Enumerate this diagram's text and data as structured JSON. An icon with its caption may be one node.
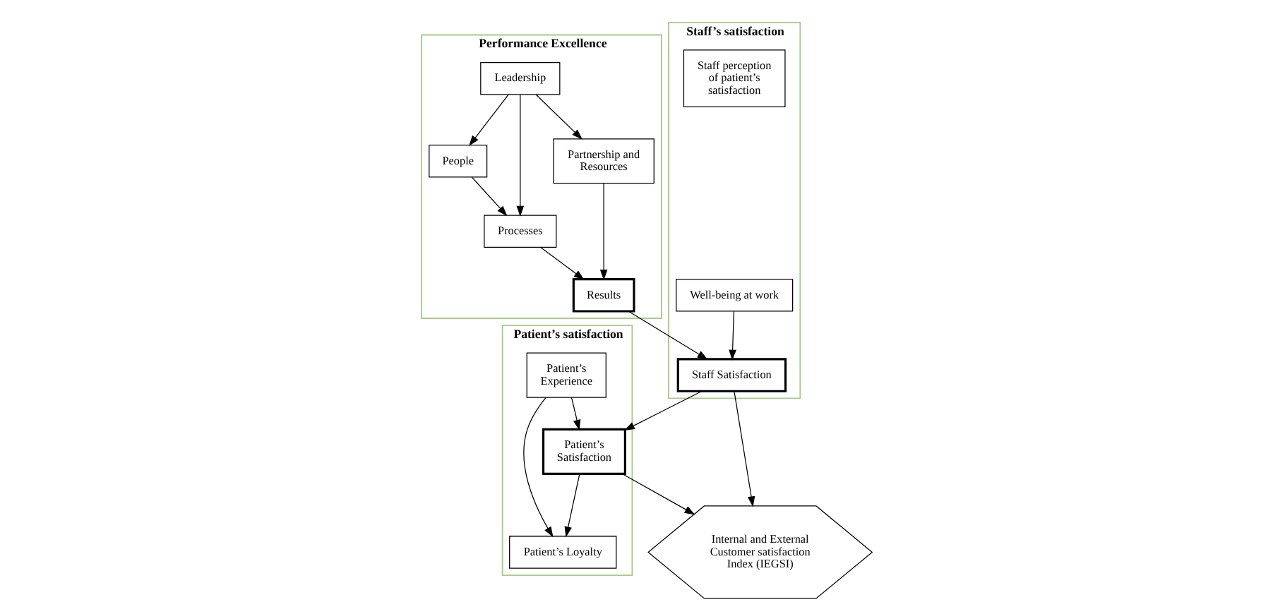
{
  "diagram": {
    "nodes": [
      {
        "text": [
          "Performance Excellence"
        ]
      },
      {
        "text": [
          "Leadership"
        ],
        "in": 0
      },
      {
        "text": [
          "People"
        ],
        "in": 0
      },
      {
        "text": [
          "Processes"
        ],
        "in": 0
      },
      {
        "text": [
          "Partnership and Resources"
        ],
        "in": 0
      },
      {
        "text": [
          "Results"
        ],
        "in": 0
      },
      {
        "text": [
          "Staff’s satisfaction"
        ]
      },
      {
        "text": [
          "Staff perception of patient’s satisfaction"
        ],
        "in": 6
      },
      {
        "text": [
          "Well-being at work"
        ],
        "in": 6
      },
      {
        "text": [
          "Staff Satisfaction"
        ],
        "in": 6
      },
      {
        "text": [
          "Patient’s satisfaction"
        ]
      },
      {
        "text": [
          "Patient’s Experience"
        ],
        "in": 10
      },
      {
        "text": [
          "Patient’s Loyalty"
        ],
        "in": 10
      },
      {
        "text": [
          "Patient’s Satisfaction"
        ],
        "in": 10
      },
      {
        "text": [
          "Internal and External Customer satisfaction Index (IEGSI)"
        ]
      }
    ],
    "edges": [
      {
        "from": 1,
        "to": 2,
        "arrow": "to"
      },
      {
        "from": 1,
        "to": 3,
        "arrow": "to"
      },
      {
        "from": 1,
        "to": 4,
        "arrow": "to"
      },
      {
        "from": 2,
        "to": 3,
        "arrow": "to"
      },
      {
        "from": 3,
        "to": 5,
        "arrow": "to"
      },
      {
        "from": 4,
        "to": 5,
        "arrow": "to"
      },
      {
        "from": 5,
        "to": 9,
        "arrow": "to"
      },
      {
        "from": 8,
        "to": 9,
        "arrow": "to"
      },
      {
        "from": 9,
        "to": 13,
        "arrow": "to"
      },
      {
        "from": 11,
        "to": 12,
        "arrow": "to"
      },
      {
        "from": 11,
        "to": 13,
        "arrow": "to"
      },
      {
        "from": 13,
        "to": 12,
        "arrow": "to"
      },
      {
        "from": 9,
        "to": 14,
        "arrow": "to"
      },
      {
        "from": 13,
        "to": 14,
        "arrow": "to"
      }
    ]
  }
}
